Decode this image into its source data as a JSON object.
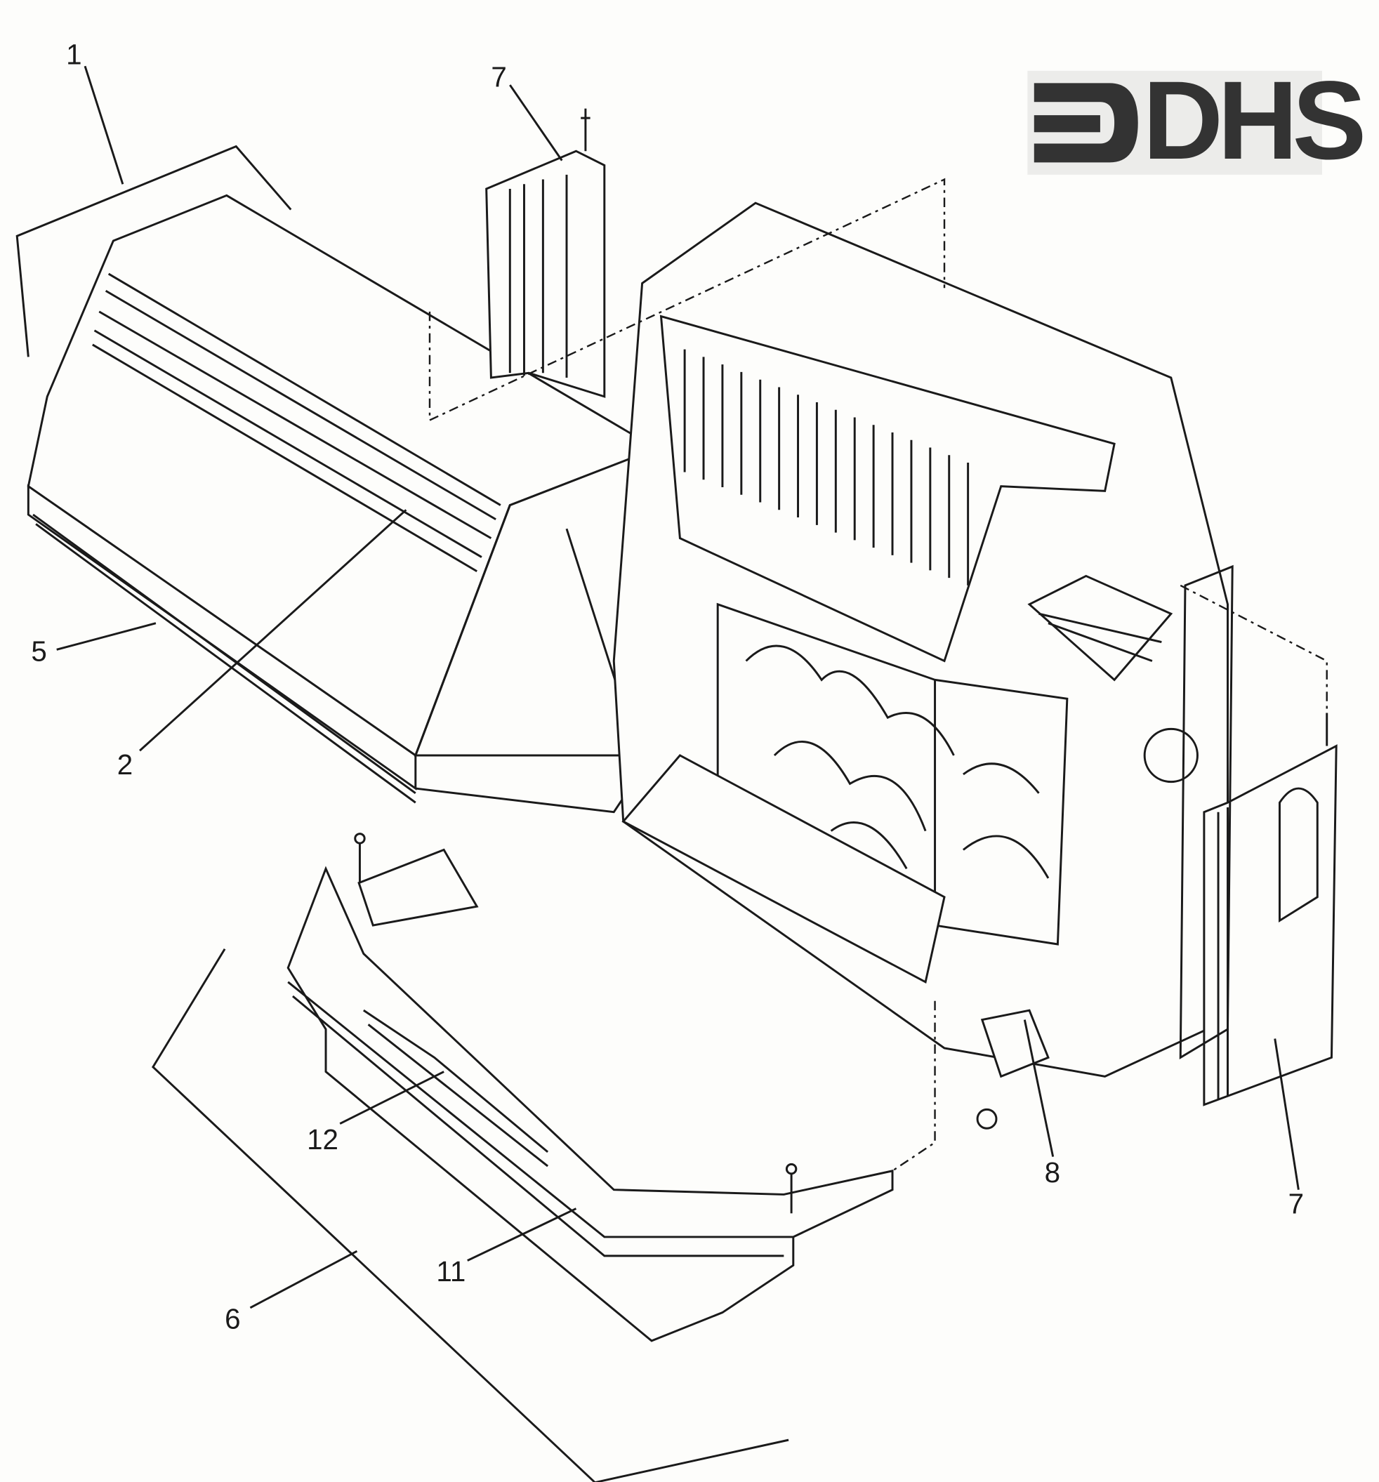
{
  "logo": {
    "text": "DHS",
    "color": "#333333"
  },
  "part_labels": [
    {
      "id": "label-1",
      "text": "1"
    },
    {
      "id": "label-7-top",
      "text": "7"
    },
    {
      "id": "label-5",
      "text": "5"
    },
    {
      "id": "label-2",
      "text": "2"
    },
    {
      "id": "label-8",
      "text": "8"
    },
    {
      "id": "label-7-right",
      "text": "7"
    },
    {
      "id": "label-12",
      "text": "12"
    },
    {
      "id": "label-11",
      "text": "11"
    },
    {
      "id": "label-6",
      "text": "6"
    }
  ]
}
